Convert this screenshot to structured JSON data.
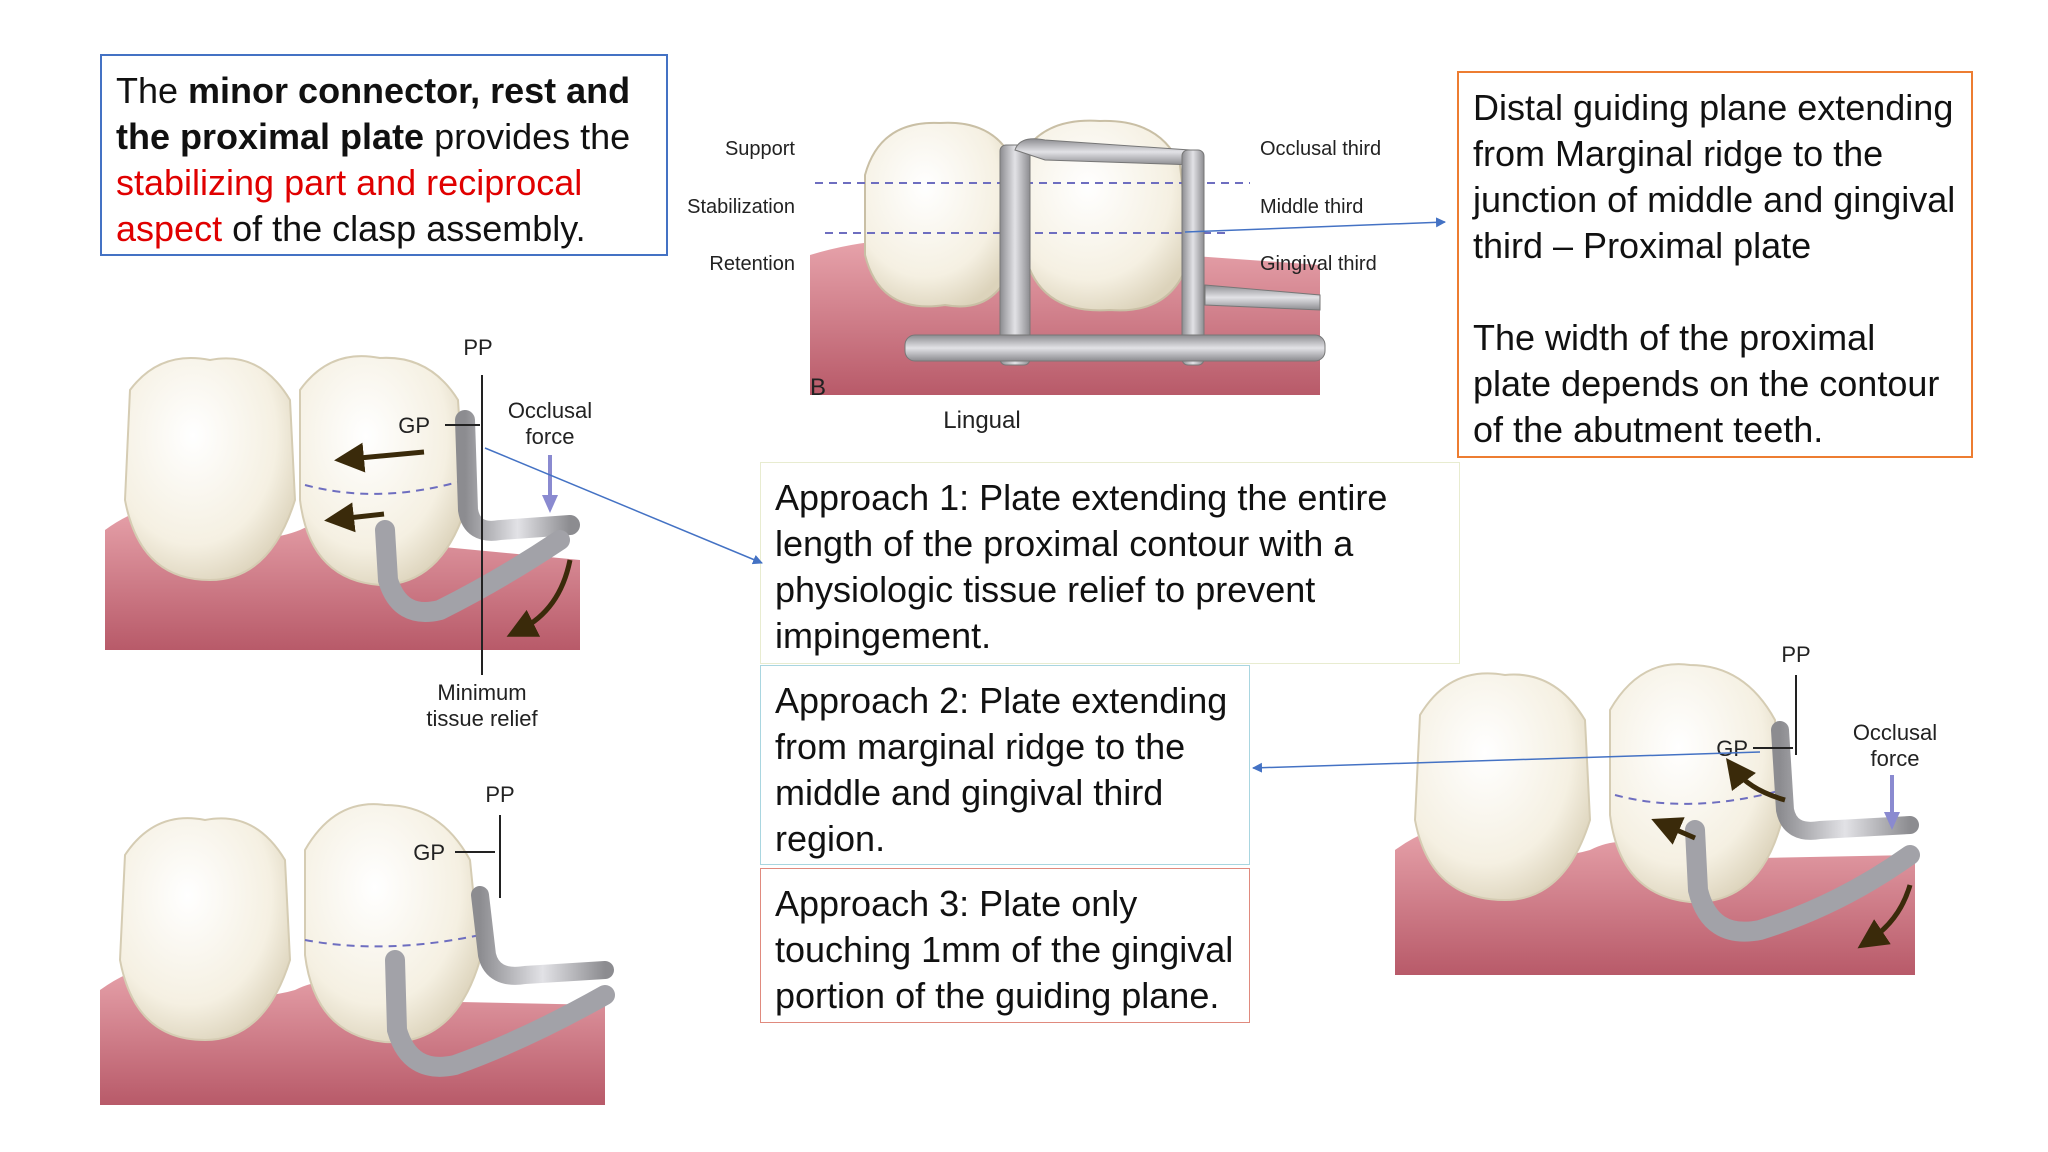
{
  "intro": {
    "prefix": "The ",
    "bold": "minor connector, rest and the proximal plate",
    "middle": " provides the ",
    "red": "stabilizing part and reciprocal aspect",
    "suffix": " of the clasp assembly."
  },
  "distal_box": {
    "paragraph1": "Distal guiding plane extending from Marginal ridge to the junction of middle and gingival third – Proximal plate",
    "paragraph2": "The width of the proximal plate depends on the contour of the abutment teeth."
  },
  "approach1": "Approach 1: Plate extending the entire length of the proximal contour with a physiologic tissue relief to prevent impingement.",
  "approach2": "Approach 2: Plate extending from marginal ridge to the middle and gingival third region.",
  "approach3": "Approach 3: Plate only touching 1mm of the gingival portion of the guiding plane.",
  "center_figure": {
    "left_labels": [
      "Support",
      "Stabilization",
      "Retention"
    ],
    "right_labels": [
      "Occlusal third",
      "Middle third",
      "Gingival third"
    ],
    "letter": "B",
    "caption": "Lingual"
  },
  "figure1": {
    "pp": "PP",
    "gp": "GP",
    "force": [
      "Occlusal",
      "force"
    ],
    "relief": [
      "Minimum",
      "tissue relief"
    ]
  },
  "figure2": {
    "pp": "PP",
    "gp": "GP"
  },
  "figure3": {
    "pp": "PP",
    "gp": "GP",
    "force": [
      "Occlusal",
      "force"
    ]
  },
  "colors": {
    "intro_border": "#4472c4",
    "distal_border": "#ed7d31",
    "approach1_border": "#e8ecd0",
    "approach2_border": "#a9d6e0",
    "approach3_border": "#e08a7e",
    "red_text": "#e00000",
    "connector_arrow": "#4472c4"
  }
}
